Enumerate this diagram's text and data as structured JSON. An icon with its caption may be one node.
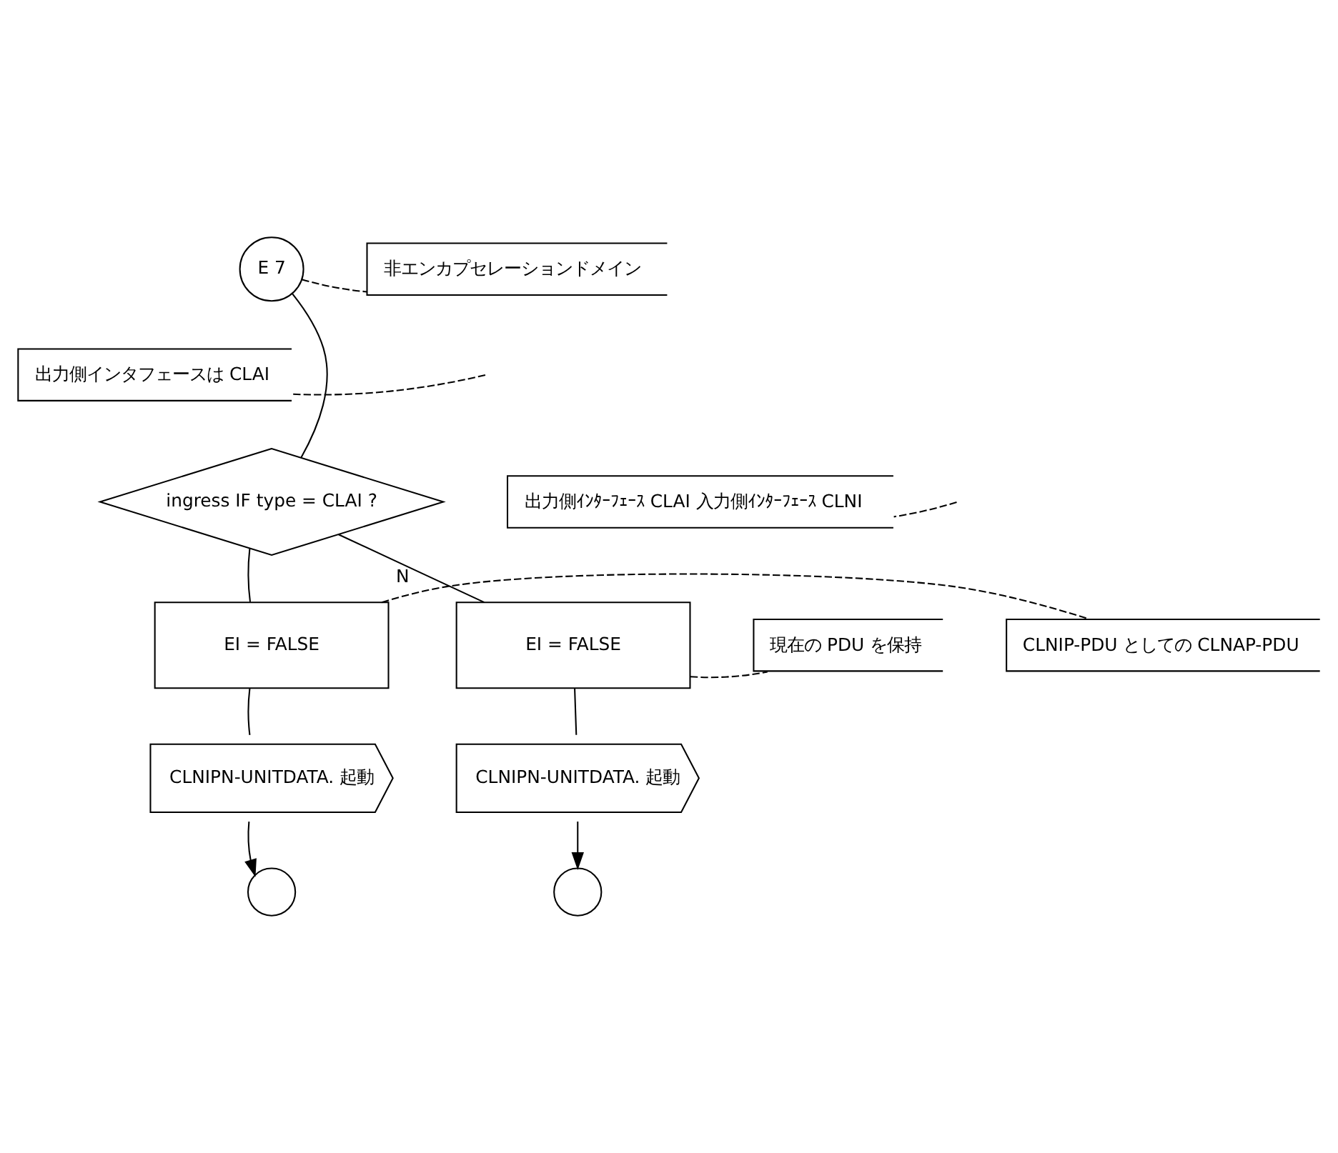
{
  "diagram": {
    "nodes": [
      {
        "text": [
          "E 7"
        ]
      },
      {
        "text": [
          "非エンカプセレーションドメイン"
        ]
      },
      {
        "text": [
          "出力側インタフェースは CLAI"
        ]
      },
      {
        "text": [
          "ingress IF type = CLAI ?"
        ]
      },
      {
        "text": [
          "出力側ｲﾝﾀｰﾌｪｰｽ CLAI 入力側ｲﾝﾀｰﾌｪｰｽ CLNI"
        ]
      },
      {
        "text": [
          "EI = FALSE"
        ]
      },
      {
        "text": [
          "CLNIP-PDU としての CLNAP-PDU"
        ]
      },
      {
        "text": [
          "EI = FALSE"
        ]
      },
      {
        "text": [
          "現在の PDU を保持"
        ]
      },
      {
        "text": [
          "CLNIPN-UNITDATA. 起動"
        ]
      },
      {
        "text": [
          "CLNIPN-UNITDATA. 起動"
        ]
      },
      {
        "text": [],
        "shape": "circle"
      },
      {
        "text": [],
        "shape": "circle"
      }
    ],
    "edges": [
      {
        "from": 0,
        "to": 1,
        "arrow": "none",
        "style": "dashed"
      },
      {
        "from": 0,
        "to": 3,
        "arrow": "none"
      },
      {
        "from": 2,
        "to": null,
        "arrow": "none",
        "style": "dashed"
      },
      {
        "from": 3,
        "to": 5,
        "arrow": "none"
      },
      {
        "from": 3,
        "to": 7,
        "arrow": "none",
        "label": "N"
      },
      {
        "from": 4,
        "to": null,
        "arrow": "none",
        "style": "dashed"
      },
      {
        "from": 5,
        "to": 6,
        "arrow": "none",
        "style": "dashed"
      },
      {
        "from": 7,
        "to": 8,
        "arrow": "none",
        "style": "dashed"
      },
      {
        "from": 5,
        "to": 9,
        "arrow": "none"
      },
      {
        "from": 7,
        "to": 10,
        "arrow": "none"
      },
      {
        "from": 9,
        "to": 11,
        "arrow": "to"
      },
      {
        "from": 10,
        "to": 12,
        "arrow": "to"
      }
    ]
  }
}
